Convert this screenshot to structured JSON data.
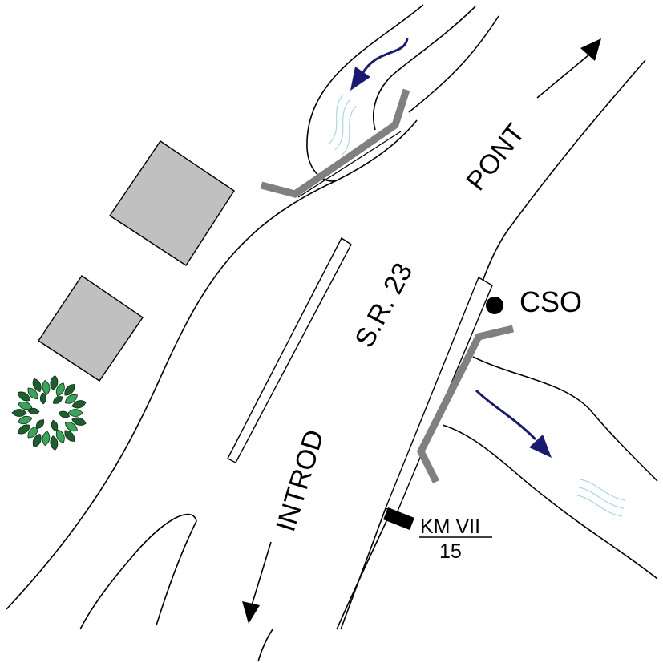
{
  "labels": {
    "road_name": "S.R. 23",
    "direction_toward": "PONT",
    "direction_away": "INTROD",
    "station": "CSO",
    "milestone_km": "KM VII",
    "milestone_number": "15"
  },
  "colors": {
    "line": "#000000",
    "building_fill": "#c0c0c0",
    "wall": "#808080",
    "water_flow_arrow": "#1a1a6e",
    "water_ripple": "#a8d8e0",
    "tree_dark": "#1e5e2e",
    "tree_light": "#3aa55a",
    "background": "#ffffff"
  },
  "symbols": [
    "building",
    "building",
    "tree",
    "retaining-wall",
    "retaining-wall",
    "median-island",
    "sidewalk-curb",
    "station-dot",
    "km-marker",
    "stream",
    "flow-arrow"
  ]
}
